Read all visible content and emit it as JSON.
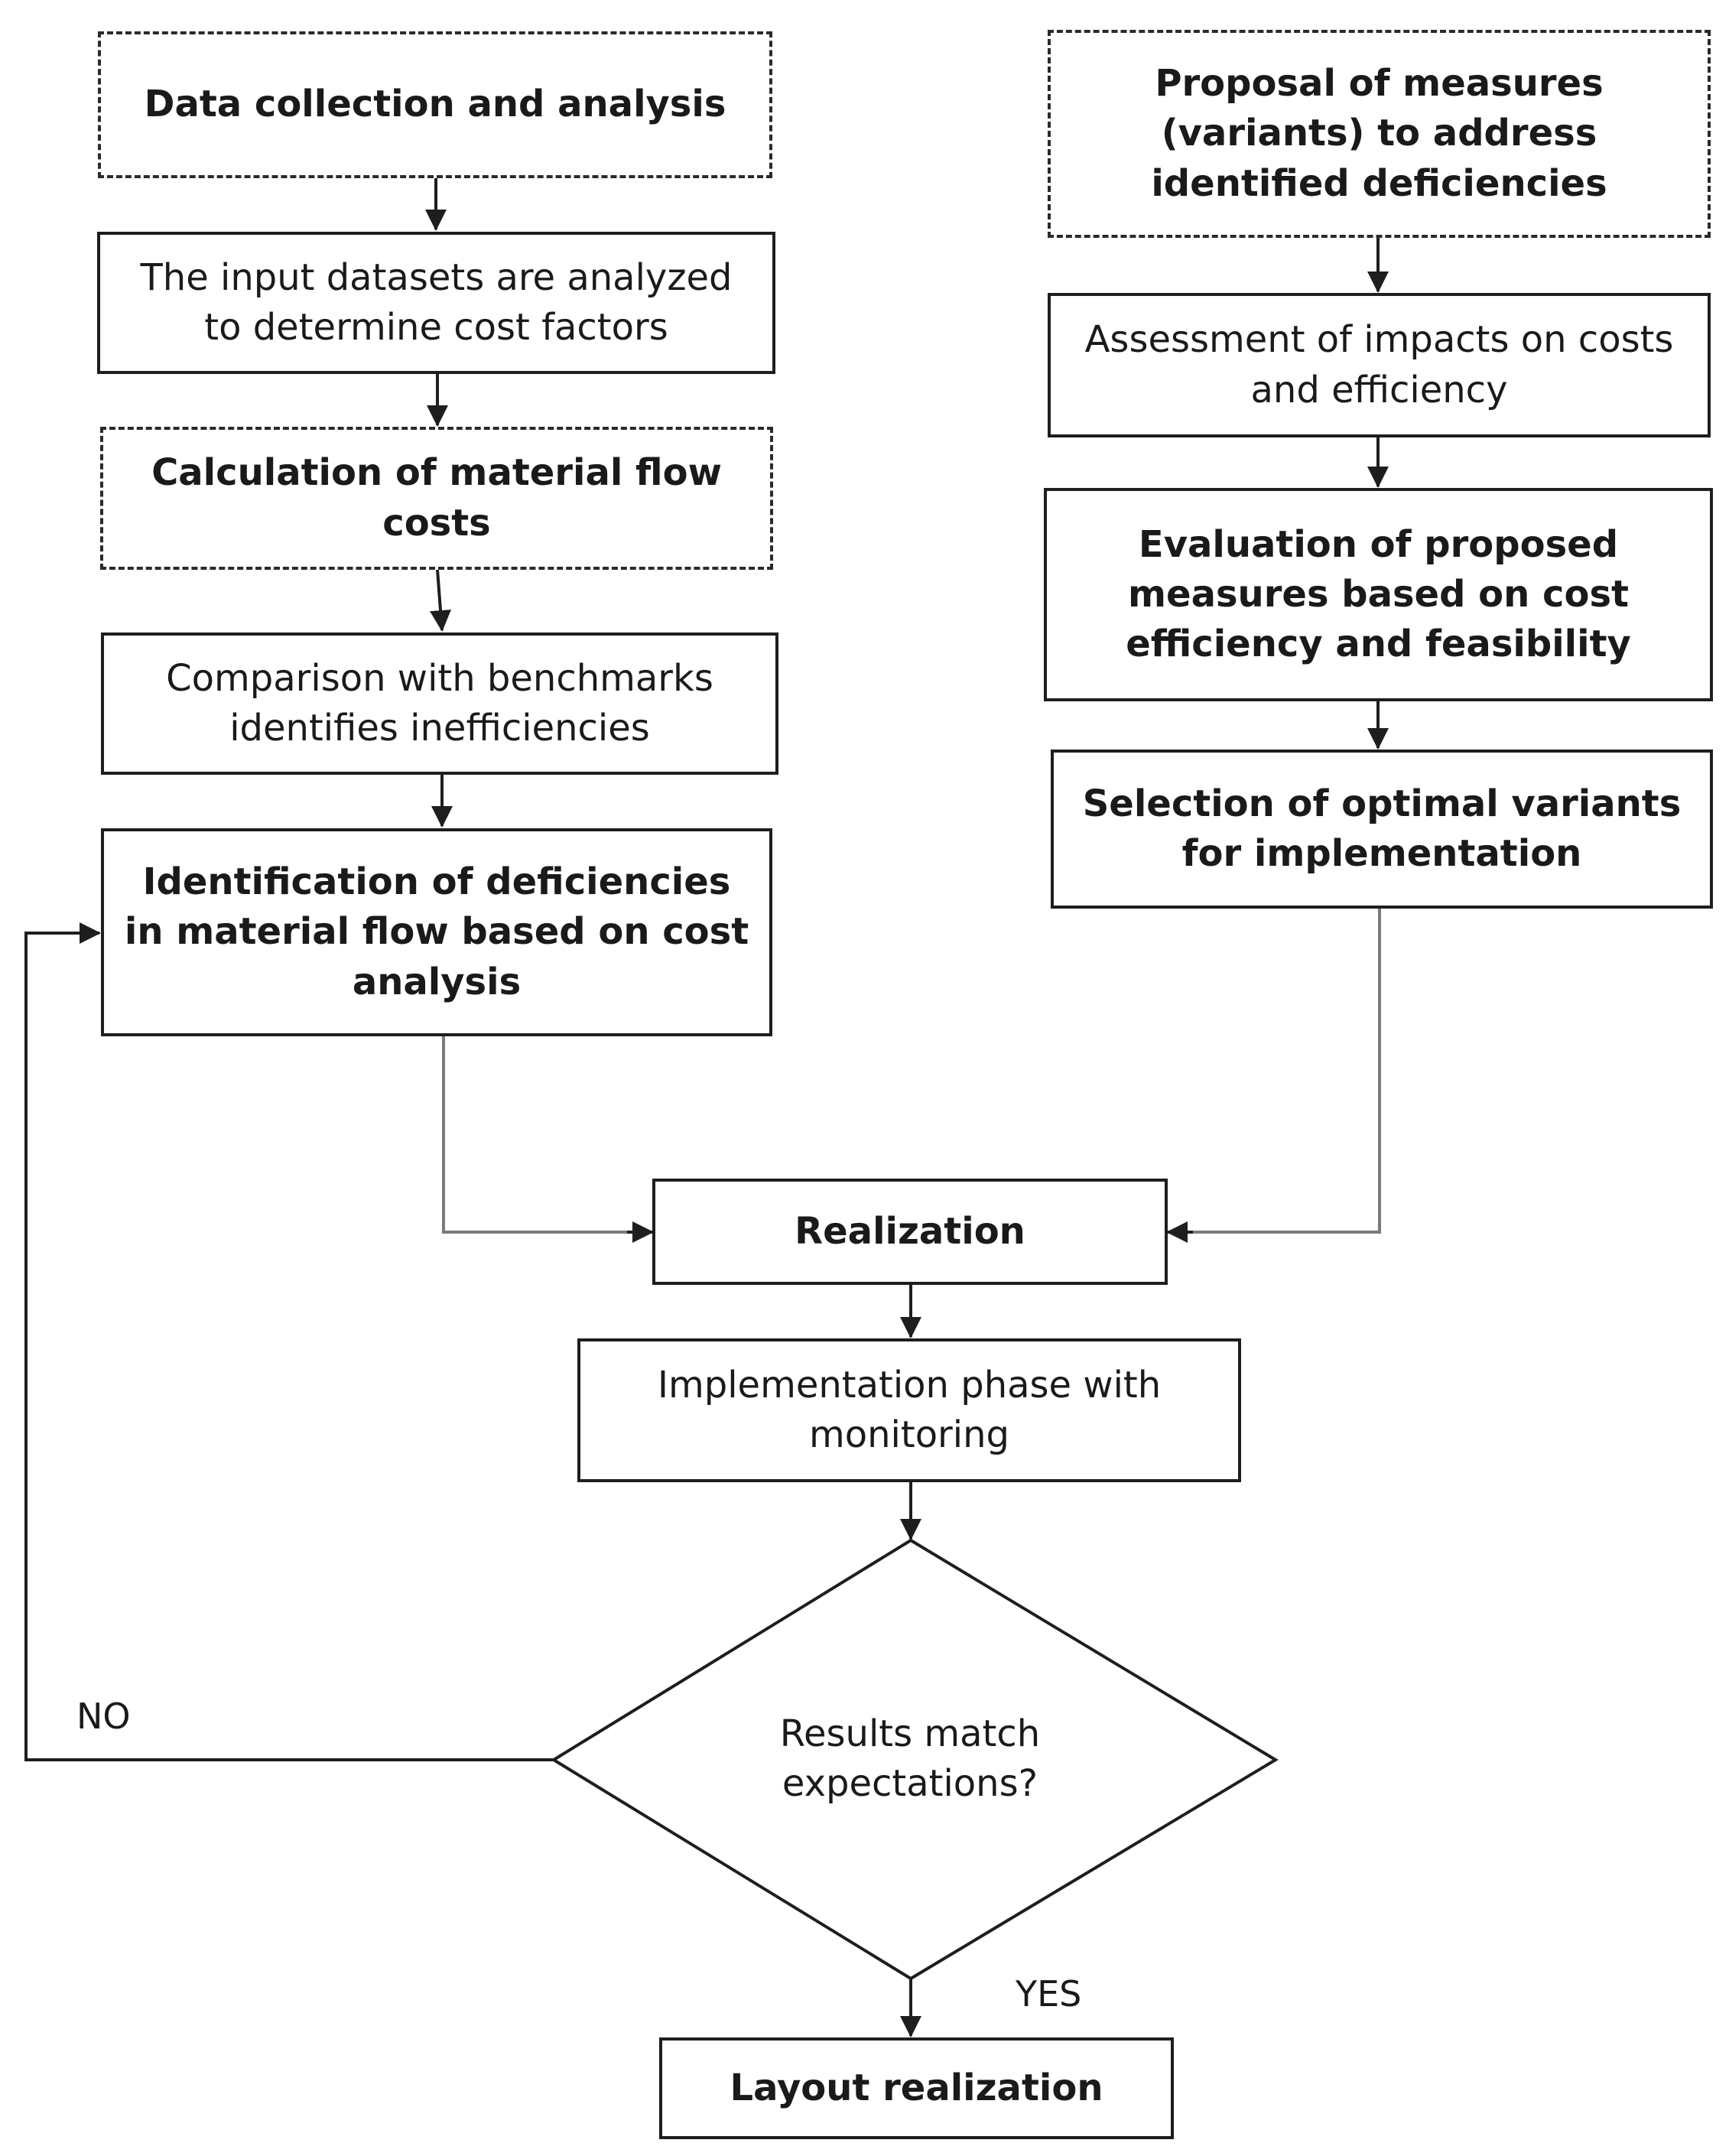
{
  "nodes": {
    "data_collection": "Data collection and analysis",
    "input_datasets": "The input datasets are analyzed to determine cost factors",
    "calculation": "Calculation of material flow costs",
    "comparison": "Comparison with benchmarks identifies inefficiencies",
    "identification": "Identification of deficiencies in material flow based on cost analysis",
    "proposal": "Proposal of measures (variants) to address identified deficiencies",
    "assessment": "Assessment of impacts on costs and efficiency",
    "evaluation": "Evaluation of proposed measures based on cost efficiency and feasibility",
    "selection": "Selection of optimal variants for implementation",
    "realization": "Realization",
    "implementation": "Implementation phase with monitoring",
    "decision": "Results match expectations?",
    "layout_realization": "Layout realization"
  },
  "edge_labels": {
    "no": "NO",
    "yes": "YES"
  },
  "colors": {
    "stroke": "#1e1e1e",
    "gray_stroke": "#7a7a7a",
    "background": "#ffffff"
  }
}
